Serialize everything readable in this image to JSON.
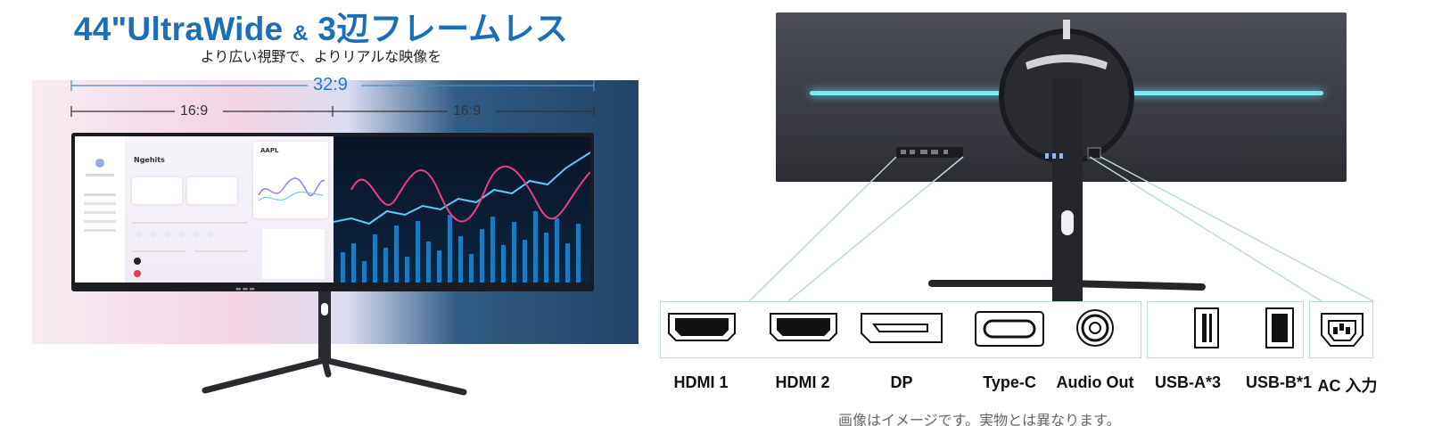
{
  "left": {
    "headline_size": "44\"",
    "headline_product": "UltraWide",
    "headline_amp": "&",
    "headline_feature": "3辺フレームレス",
    "subline": "より広い視野で、よりリアルな映像を",
    "ratio_total": "32:9",
    "ratio_half_left": "16:9",
    "ratio_half_right": "16:9",
    "dashboard_title": "Ngehits",
    "dashboard_card_title": "AAPL"
  },
  "right": {
    "ports": [
      "HDMI 1",
      "HDMI 2",
      "DP",
      "Type-C",
      "Audio Out",
      "USB-A*3",
      "USB-B*1",
      "AC 入力"
    ],
    "caption": "画像はイメージです。実物とは異なります。"
  },
  "colors": {
    "headline": "#1a6fb8",
    "ratio_accent": "#1f7bc6",
    "led": "#7fe8f4",
    "callout_line": "#b9dcd9"
  },
  "icons": [
    "hdmi-port-icon",
    "hdmi-port-icon",
    "displayport-icon",
    "usb-c-icon",
    "audio-jack-icon",
    "usb-a-icon",
    "usb-b-icon",
    "ac-power-icon"
  ]
}
